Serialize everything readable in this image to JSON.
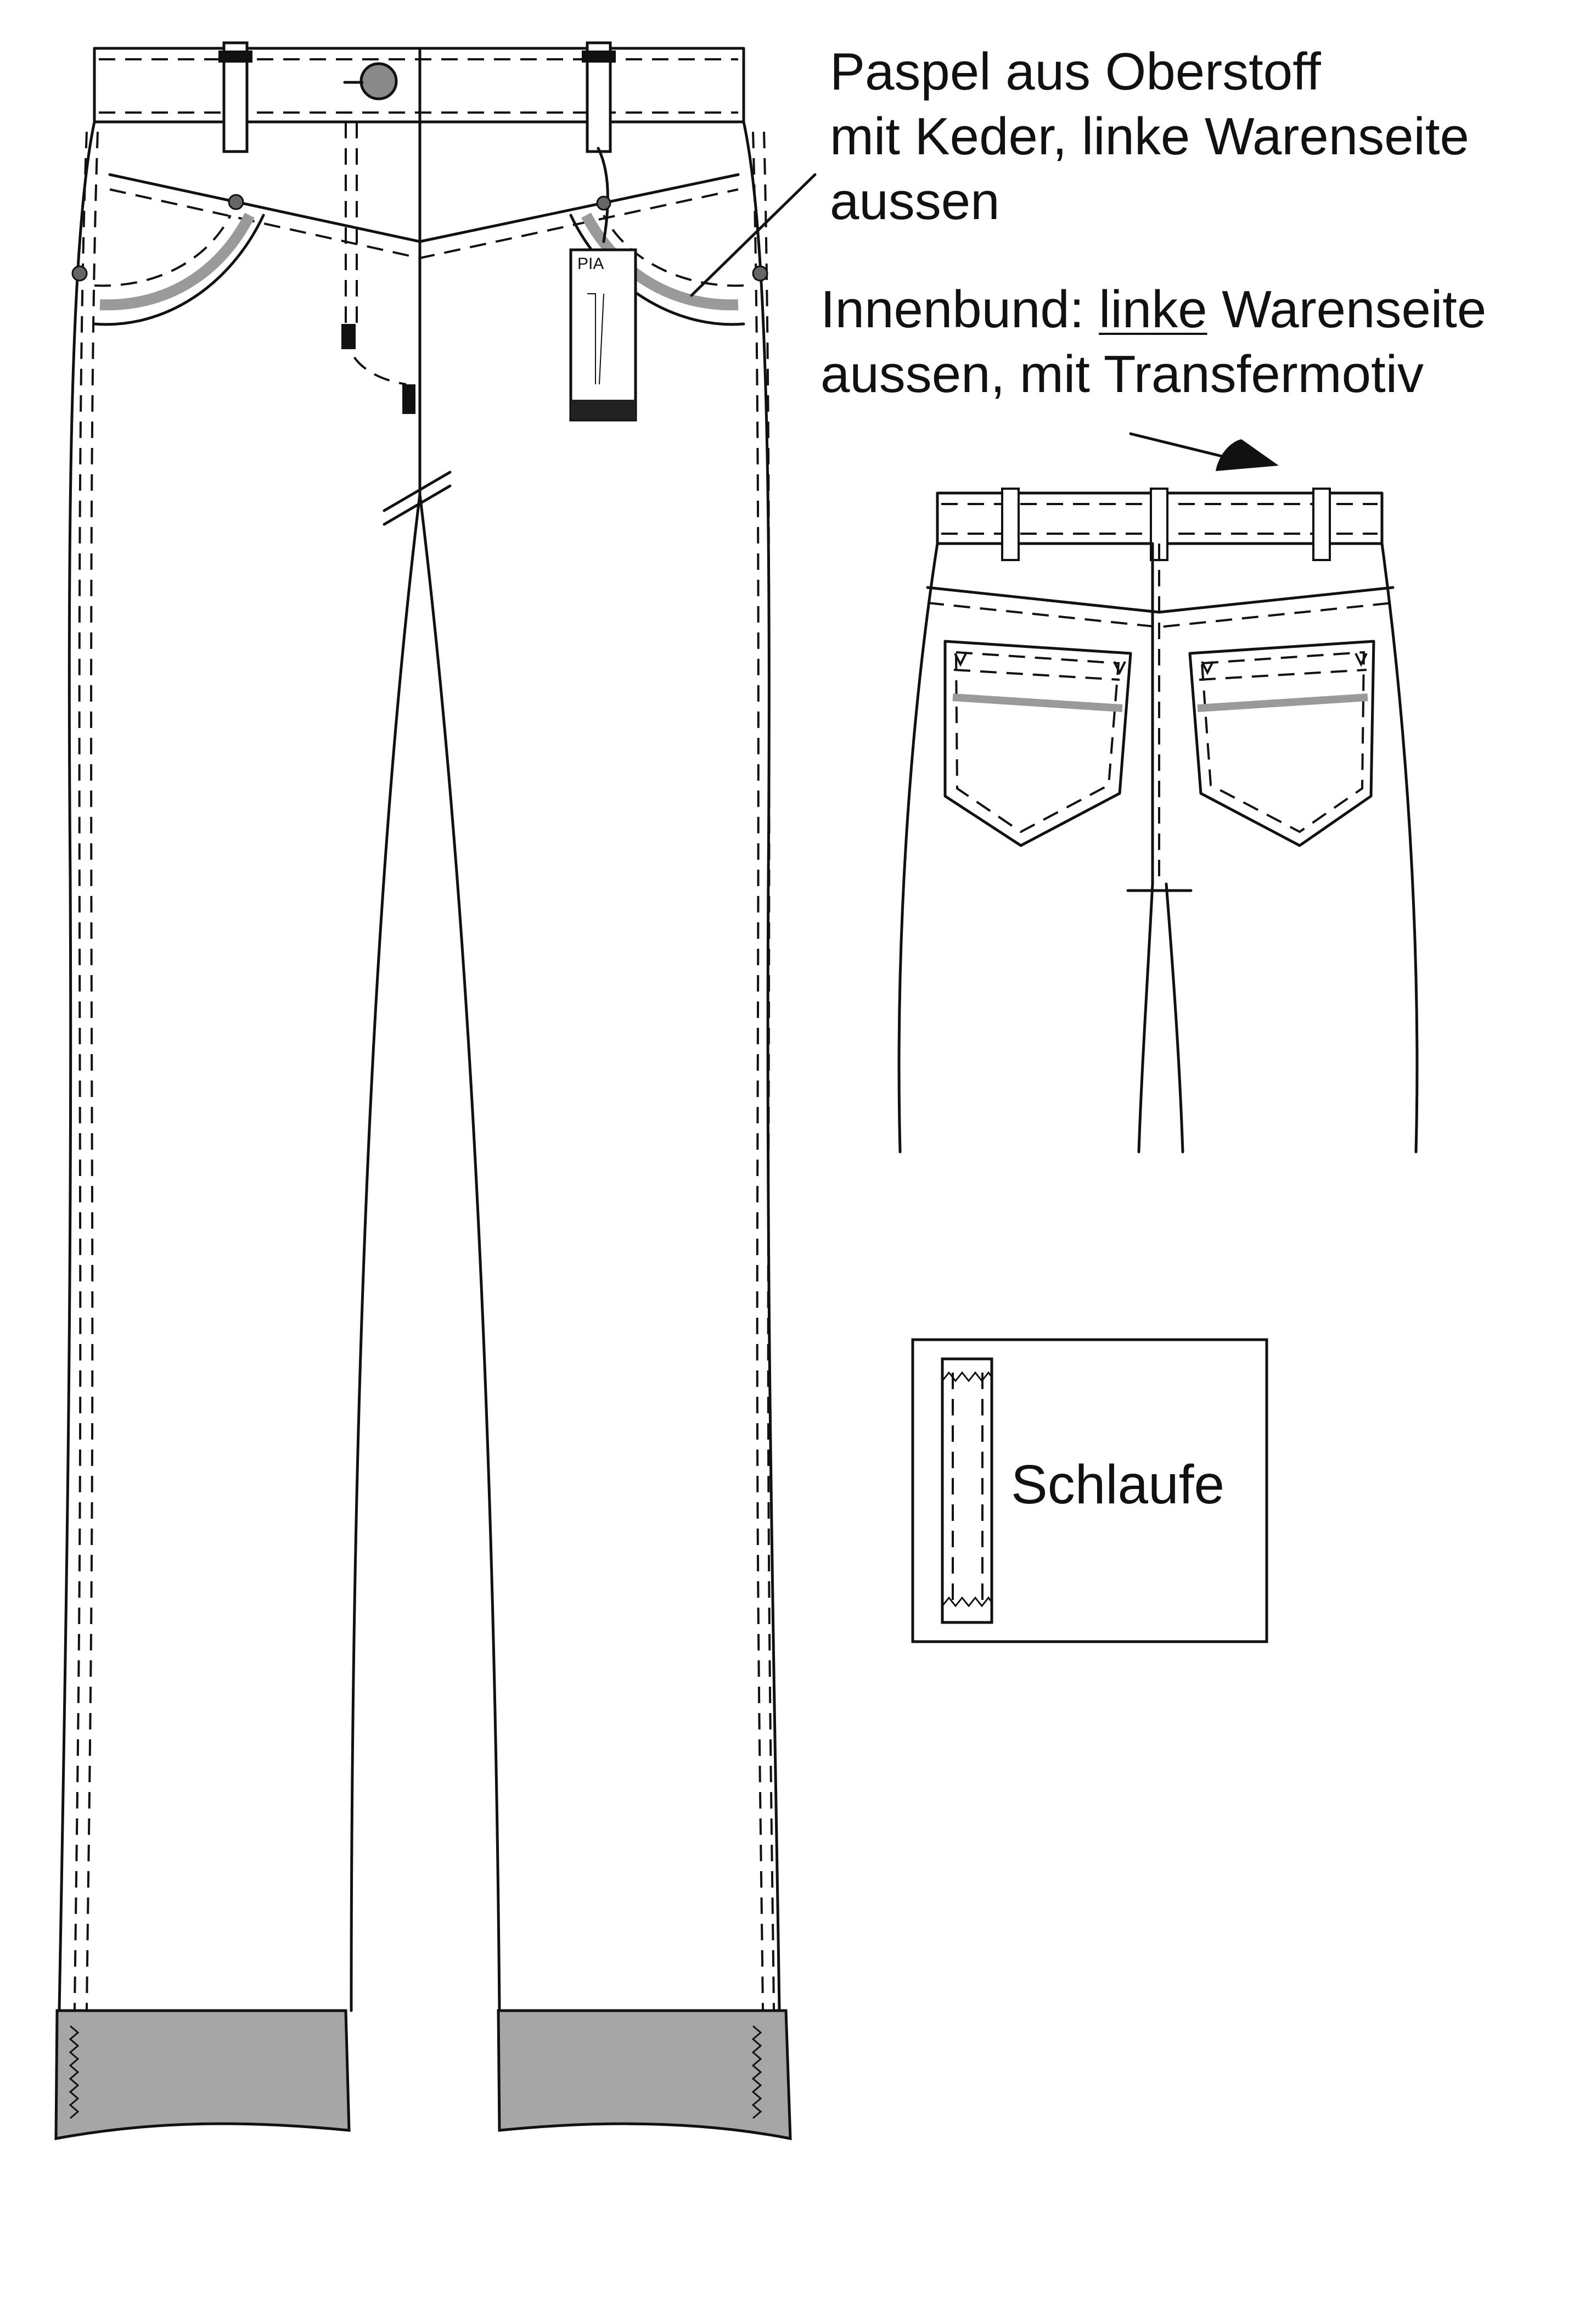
{
  "annotations": {
    "paspel": {
      "line1": "Paspel aus Oberstoff",
      "line2": "mit Keder, linke Warenseite",
      "line3": "aussen"
    },
    "innenbund": {
      "prefix": "Innenbund: ",
      "underlined": "linke",
      "suffix": " Warenseite",
      "line2": "aussen, mit Transfermotiv"
    },
    "schlaufe": "Schlaufe"
  },
  "hangtag": {
    "title": "PIA"
  },
  "colors": {
    "line": "#111111",
    "piping": "#9a9a9a",
    "cuff": "#a6a6a6"
  }
}
